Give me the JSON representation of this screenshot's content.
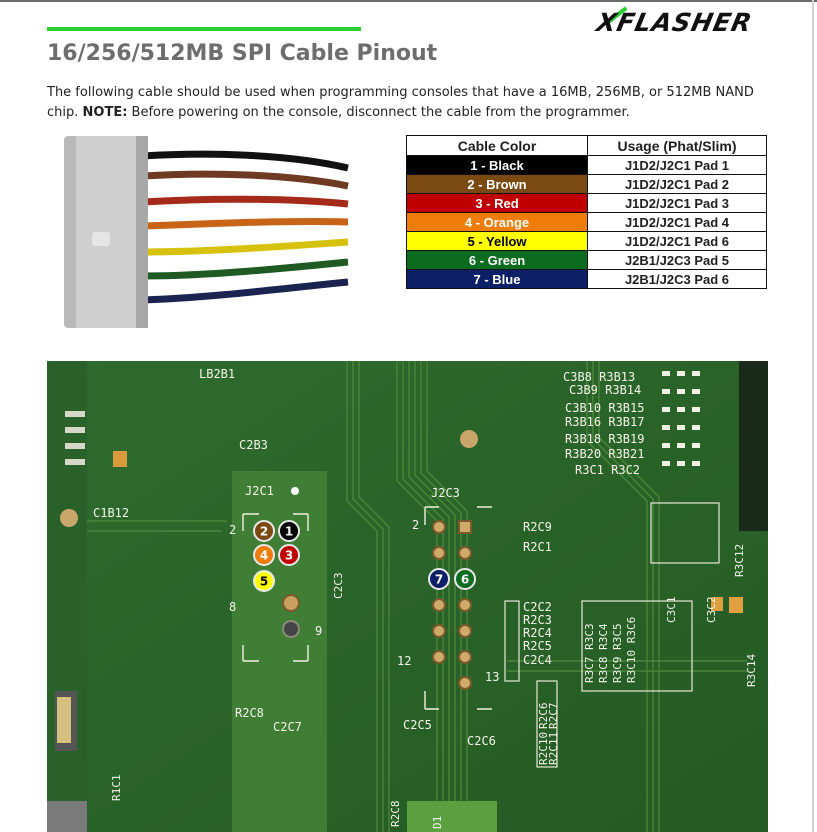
{
  "logo": {
    "text": "XFLASHER"
  },
  "page_title": "16/256/512MB SPI Cable Pinout",
  "intro": {
    "text": "The following cable should be used when programming consoles that have a 16MB, 256MB, or 512MB NAND chip. ",
    "note_label": "NOTE:",
    "note_text": " Before powering on the console, disconnect the cable from the programmer."
  },
  "pinout_table": {
    "headers": [
      "Cable Color",
      "Usage (Phat/Slim)"
    ],
    "rows": [
      {
        "color": "1 - Black",
        "usage": "J1D2/J2C1 Pad 1",
        "bg": "#000000",
        "fg": "#ffffff"
      },
      {
        "color": "2 - Brown",
        "usage": "J1D2/J2C1 Pad 2",
        "bg": "#7b4a12",
        "fg": "#ffffff"
      },
      {
        "color": "3 - Red",
        "usage": "J1D2/J2C1 Pad 3",
        "bg": "#c00000",
        "fg": "#ffffff"
      },
      {
        "color": "4 - Orange",
        "usage": "J1D2/J2C1 Pad 4",
        "bg": "#f07c0a",
        "fg": "#ffffff"
      },
      {
        "color": "5 - Yellow",
        "usage": "J1D2/J2C1 Pad 6",
        "bg": "#ffff00",
        "fg": "#000000"
      },
      {
        "color": "6 - Green",
        "usage": "J2B1/J2C3 Pad 5",
        "bg": "#0b6b1f",
        "fg": "#ffffff"
      },
      {
        "color": "7 - Blue",
        "usage": "J2B1/J2C3 Pad 6",
        "bg": "#0d1f66",
        "fg": "#ffffff"
      }
    ]
  },
  "board": {
    "labels": {
      "lb2b1": "LB2B1",
      "c2b3": "C2B3",
      "c1b12": "C1B12",
      "j2c1": "J2C1",
      "j2c3": "J2C3",
      "pin2_a": "2",
      "pin8": "8",
      "pin9": "9",
      "pin2_b": "2",
      "pin12": "12",
      "pin13": "13",
      "c2c3": "C2C3",
      "r2c8": "R2C8",
      "c2c7": "C2C7",
      "r2c9": "R2C9",
      "r2c1": "R2C1",
      "c2c2": "C2C2",
      "r2c3": "R2C3",
      "r2c4": "R2C4",
      "r2c5": "R2C5",
      "c2c4": "C2C4",
      "c2c5": "C2C5",
      "c2c6": "C2C6",
      "r2c6": "R2C6",
      "r2c7": "R2C7",
      "r2c10": "R2C10",
      "r2c11": "R2C11",
      "r1c1": "R1C1",
      "r2c8b": "R2C8",
      "d1": "D1",
      "c3b8": "C3B8 R3B13",
      "c3b9": "C3B9 R3B14",
      "c3b10": "C3B10 R3B15",
      "r3b16": "R3B16 R3B17",
      "r3b18": "R3B18 R3B19",
      "r3b20": "R3B20 R3B21",
      "r3c1": "R3C1 R3C2",
      "c3c1": "C3C1",
      "c3c2": "C3C2",
      "r3c12": "R3C12",
      "r3c14": "R3C14",
      "r3c7": "R3C7 R3C3",
      "r3c8": "R3C8 R3C4",
      "r3c9": "R3C9 R3C5",
      "r3c10": "R3C10 R3C6"
    },
    "pads": [
      {
        "num": "1",
        "color": "#000000",
        "fg": "#ffffff"
      },
      {
        "num": "2",
        "color": "#7b4a12",
        "fg": "#ffffff"
      },
      {
        "num": "3",
        "color": "#c00000",
        "fg": "#ffffff"
      },
      {
        "num": "4",
        "color": "#f07c0a",
        "fg": "#ffffff"
      },
      {
        "num": "5",
        "color": "#ffff00",
        "fg": "#000000"
      },
      {
        "num": "6",
        "color": "#0b6b1f",
        "fg": "#ffffff"
      },
      {
        "num": "7",
        "color": "#0d1f66",
        "fg": "#ffffff"
      }
    ]
  }
}
